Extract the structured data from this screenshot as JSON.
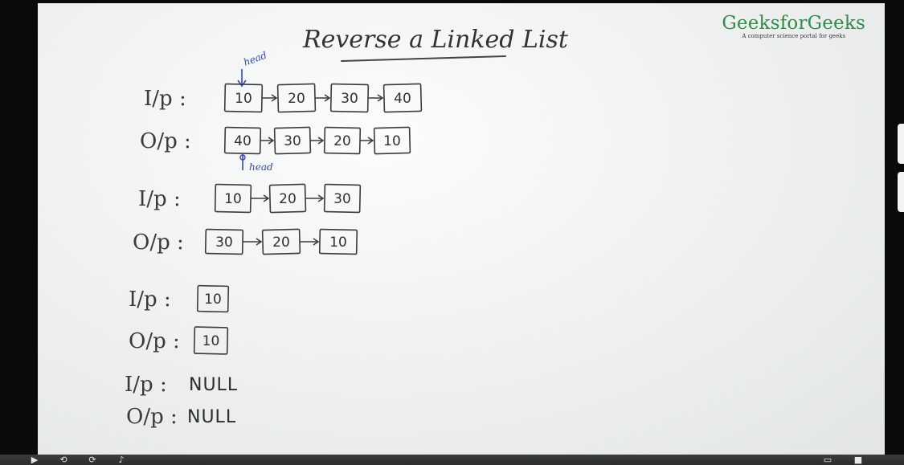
{
  "board": {
    "title": "Reverse a Linked List",
    "rows": [
      {
        "label": "I/p :",
        "nodes": [
          "10",
          "20",
          "30",
          "40"
        ]
      },
      {
        "label": "O/p :",
        "nodes": [
          "40",
          "30",
          "20",
          "10"
        ]
      },
      {
        "label": "I/p :",
        "nodes": [
          "10",
          "20",
          "30"
        ]
      },
      {
        "label": "O/p :",
        "nodes": [
          "30",
          "20",
          "10"
        ]
      },
      {
        "label": "I/p :",
        "nodes": [
          "10"
        ]
      },
      {
        "label": "O/p :",
        "nodes": [
          "10"
        ]
      }
    ],
    "null_rows": [
      {
        "label": "I/p :",
        "value": "NULL"
      },
      {
        "label": "O/p :",
        "value": "NULL"
      }
    ],
    "head_label_top": "head",
    "head_label_bottom": "head"
  },
  "brand": {
    "name": "GeeksforGeeks",
    "tagline": "A computer science portal for geeks",
    "color": "#2f8d46"
  },
  "controls": {
    "left_icons": [
      "play-icon",
      "rewind-icon",
      "forward-icon",
      "volume-icon"
    ],
    "right_icons": [
      "captions-icon",
      "fullscreen-icon"
    ]
  }
}
